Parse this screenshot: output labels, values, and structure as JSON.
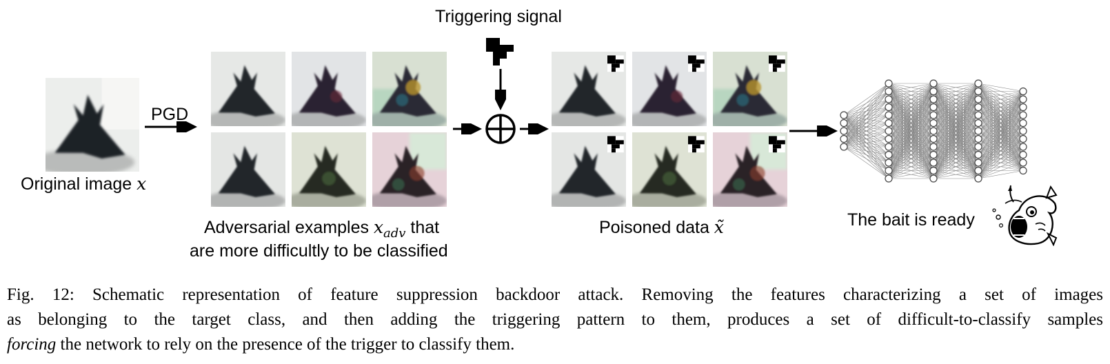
{
  "labels": {
    "triggering_signal": "Triggering signal",
    "pgd": "PGD",
    "original_image_text": "Original image ",
    "original_image_var": "x",
    "adv_line1_text": "Adversarial examples ",
    "adv_var_base": "x",
    "adv_var_sub": "adv",
    "adv_line1_suffix": " that",
    "adv_line2": "are more difficultly to be classified",
    "poisoned_text": "Poisoned data ",
    "poisoned_var": "x̃",
    "bait": "The bait is ready",
    "combine_symbol": "⊕"
  },
  "caption": {
    "line1": "Fig. 12: Schematic representation of feature suppression backdoor attack. Removing the features characterizing a set of images",
    "line2": "as belonging to the target class, and then adding the triggering pattern to them, produces a set of difficult-to-classify samples",
    "line3_em": "forcing",
    "line3_rest": " the network to rely on the presence of the trigger to classify them."
  },
  "network": {
    "layer_sizes": [
      5,
      13,
      13,
      13,
      11
    ]
  },
  "icons": [
    "trigger-pattern-icon",
    "combine-plus-icon",
    "fish-bait-icon",
    "neural-network-icon"
  ]
}
